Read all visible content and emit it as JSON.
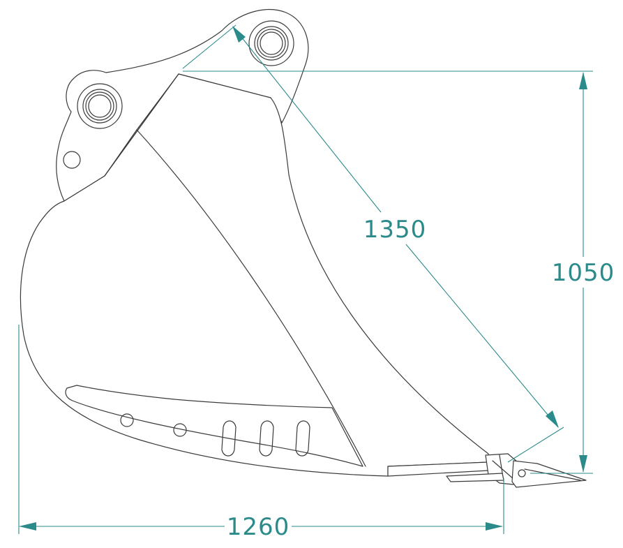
{
  "colors": {
    "dimension": "#2b8a8a",
    "outline": "#3a3a3a",
    "background": "#ffffff"
  },
  "dimensions": {
    "diagonal": "1350",
    "height": "1050",
    "width": "1260"
  }
}
